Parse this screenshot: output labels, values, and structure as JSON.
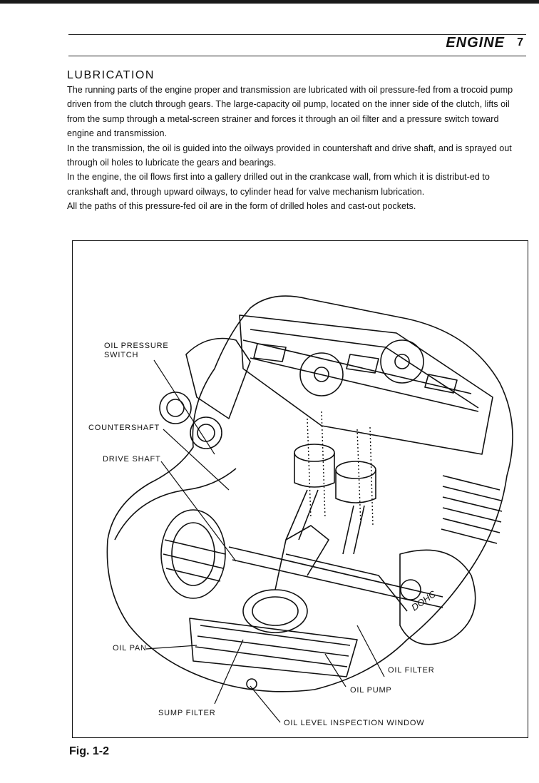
{
  "header": {
    "title": "ENGINE",
    "page_number": "7"
  },
  "section": {
    "title": "LUBRICATION",
    "paragraphs": [
      "The running parts of the engine proper and transmission are lubricated with oil pressure-fed from a trocoid pump driven from the clutch through gears. The large-capacity oil pump, located on the inner side of the clutch, lifts oil from the sump through a metal-screen strainer and forces it through an oil filter and a pressure switch toward engine and transmission.",
      "In the transmission, the oil is guided into the oilways provided in countershaft and drive shaft, and is sprayed out through oil holes to lubricate the gears and bearings.",
      "In the engine, the oil flows first into a gallery drilled out in the crankcase wall, from which it is distribut-ed to crankshaft and, through upward oilways, to cylinder head for valve mechanism lubrication.",
      "All the paths of this pressure-fed oil are in the form of drilled holes and cast-out pockets."
    ]
  },
  "figure": {
    "callouts": {
      "oil_pressure_switch": "OIL PRESSURE\nSWITCH",
      "countershaft": "COUNTERSHAFT",
      "drive_shaft": "DRIVE SHAFT",
      "oil_pan": "OIL PAN",
      "oil_filter": "OIL FILTER",
      "oil_pump": "OIL PUMP",
      "sump_filter": "SUMP FILTER",
      "oil_level_window": "OIL LEVEL INSPECTION WINDOW"
    },
    "cover_lettering": "DOHC",
    "caption": "Fig. 1-2"
  }
}
